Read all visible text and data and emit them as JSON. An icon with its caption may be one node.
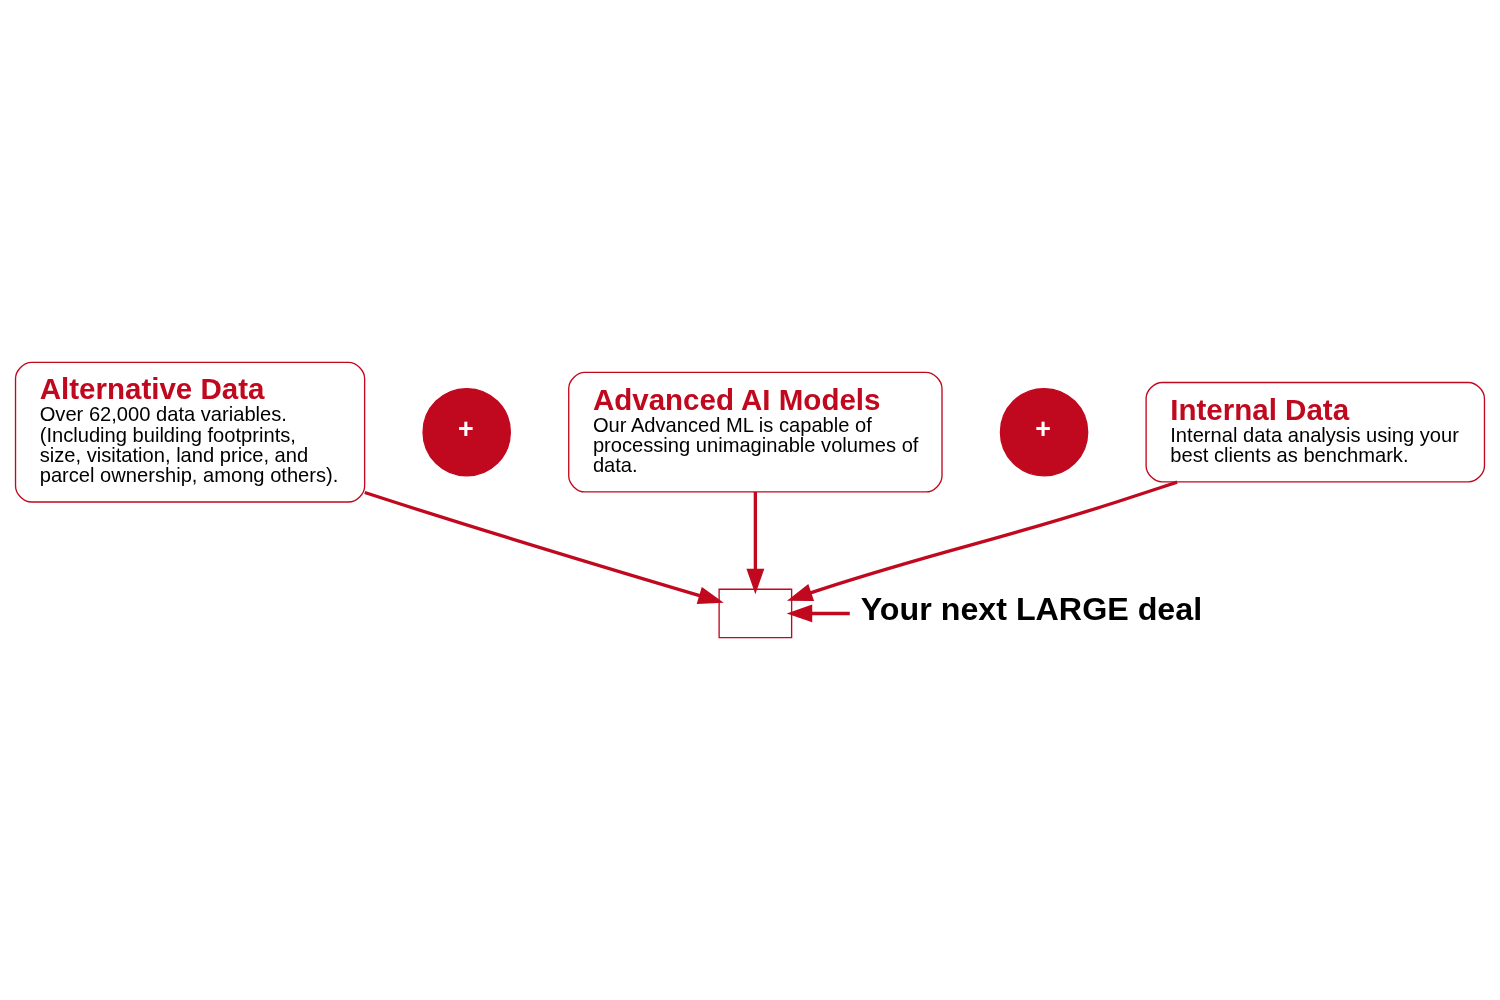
{
  "diagram": {
    "nodes": [
      {
        "text": [
          "Alternative Data",
          "Over 62,000 data variables. (Including building footprints, size, visitation, land price, and parcel ownership, among others)."
        ]
      },
      {
        "text": [
          "+"
        ]
      },
      {
        "text": [
          "Advanced AI Models",
          "Our Advanced ML is capable of processing unimaginable volumes of data."
        ]
      },
      {
        "text": [
          "+"
        ]
      },
      {
        "text": [
          "Internal Data",
          "Internal data analysis using your best clients as benchmark."
        ]
      },
      {
        "text": [],
        "shape": "box"
      },
      {
        "text": [
          "Your next LARGE deal"
        ]
      }
    ],
    "edges": [
      {
        "from": 0,
        "to": 5,
        "arrow": "to"
      },
      {
        "from": 2,
        "to": 5,
        "arrow": "to"
      },
      {
        "from": 4,
        "to": 5,
        "arrow": "to"
      },
      {
        "from": 6,
        "to": 5,
        "arrow": "to"
      }
    ]
  }
}
